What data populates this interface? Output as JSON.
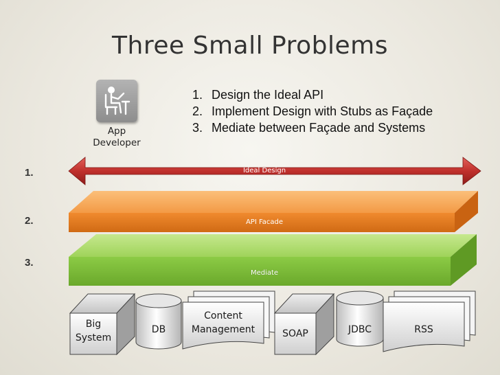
{
  "title": "Three Small Problems",
  "developer": {
    "icon": "seated-person-icon",
    "label_line1": "App",
    "label_line2": "Developer"
  },
  "steps": [
    {
      "number": "1.",
      "text": "Design the Ideal API"
    },
    {
      "number": "2.",
      "text": "Implement Design with Stubs as Façade"
    },
    {
      "number": "3.",
      "text": "Mediate between Façade and Systems"
    }
  ],
  "layers": [
    {
      "number": "1.",
      "label": "Ideal Design",
      "color": "#c0302c"
    },
    {
      "number": "2.",
      "label": "API Facade",
      "color": "#f08a2e"
    },
    {
      "number": "3.",
      "label": "Mediate",
      "color": "#86c33b"
    }
  ],
  "systems": [
    {
      "label_line1": "Big",
      "label_line2": "System",
      "shape": "cube"
    },
    {
      "label_line1": "DB",
      "label_line2": "",
      "shape": "cylinder"
    },
    {
      "label_line1": "Content",
      "label_line2": "Management",
      "shape": "document-stack"
    },
    {
      "label_line1": "SOAP",
      "label_line2": "",
      "shape": "cube"
    },
    {
      "label_line1": "JDBC",
      "label_line2": "",
      "shape": "cylinder"
    },
    {
      "label_line1": "RSS",
      "label_line2": "",
      "shape": "document-stack"
    }
  ]
}
